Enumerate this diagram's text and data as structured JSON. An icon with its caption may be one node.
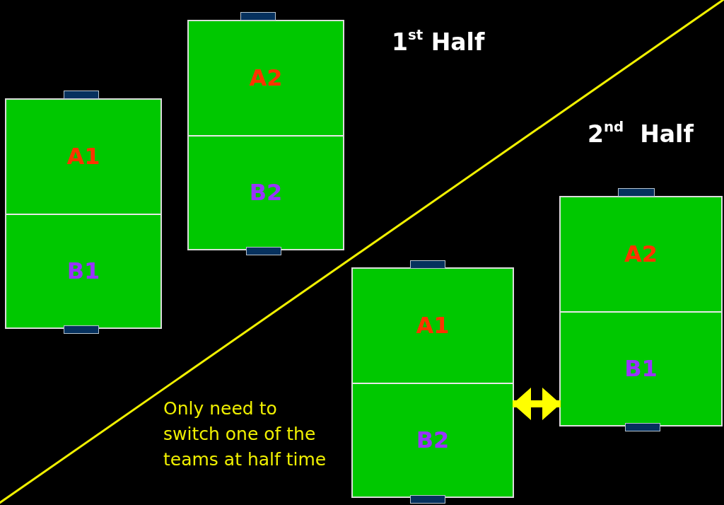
{
  "diagram": {
    "nodes": [
      {
        "text": [],
        "shape": "box"
      },
      {
        "text": [
          "A1"
        ],
        "in": 0
      },
      {
        "text": [
          "B1"
        ],
        "in": 0
      },
      {
        "text": [],
        "shape": "box"
      },
      {
        "text": [
          "A2"
        ],
        "in": 3
      },
      {
        "text": [
          "B2"
        ],
        "in": 3
      },
      {
        "text": [],
        "shape": "box"
      },
      {
        "text": [
          "A1"
        ],
        "in": 6
      },
      {
        "text": [
          "B2"
        ],
        "in": 6
      },
      {
        "text": [],
        "shape": "box"
      },
      {
        "text": [
          "A2"
        ],
        "in": 9
      },
      {
        "text": [
          "B1"
        ],
        "in": 9
      }
    ],
    "edges": [
      {
        "from": 8,
        "to": 11,
        "arrow": "both"
      }
    ],
    "labels": [
      "1$^{st}$ Half",
      "2$^{nd}$  Half",
      "Only need to switch one of the teams at half time"
    ]
  }
}
